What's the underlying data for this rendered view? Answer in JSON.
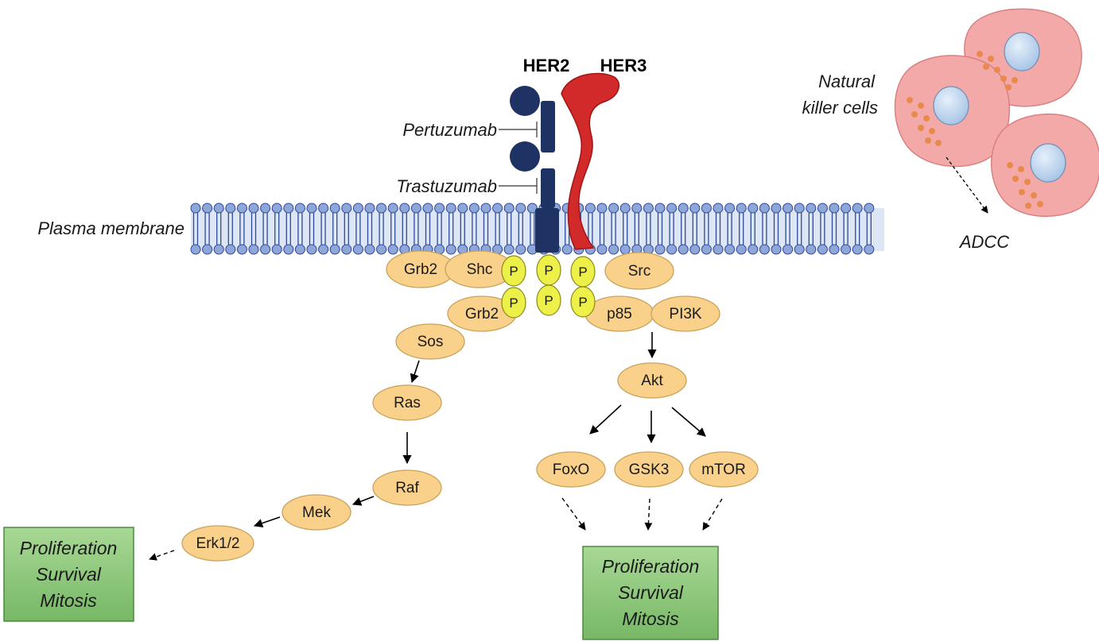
{
  "receptors": {
    "her2": "HER2",
    "her3": "HER3"
  },
  "drugs": {
    "pertuzumab": "Pertuzumab",
    "trastuzumab": "Trastuzumab"
  },
  "membrane_label": "Plasma membrane",
  "nk": {
    "line1": "Natural",
    "line2": "killer cells",
    "adcc": "ADCC"
  },
  "phospho": "P",
  "proteins": {
    "grb2_top": "Grb2",
    "shc": "Shc",
    "src": "Src",
    "grb2_mid": "Grb2",
    "p85": "p85",
    "pi3k": "PI3K",
    "sos": "Sos",
    "ras": "Ras",
    "raf": "Raf",
    "mek": "Mek",
    "erk": "Erk1/2",
    "akt": "Akt",
    "foxo": "FoxO",
    "gsk3": "GSK3",
    "mtor": "mTOR"
  },
  "outcome_left": {
    "line1": "Proliferation",
    "line2": "Survival",
    "line3": "Mitosis"
  },
  "outcome_right": {
    "line1": "Proliferation",
    "line2": "Survival",
    "line3": "Mitosis"
  },
  "colors": {
    "protein_fill": "#f9d18b",
    "protein_stroke": "#c9a25c",
    "phospho_fill": "#eef04a",
    "receptor_her2": "#1f3264",
    "receptor_her3": "#d22a2a",
    "membrane_head": "#8fa6d8",
    "membrane_tail": "#2f4a9a",
    "outcome_box": "#8fc97a",
    "nk_cell": "#f4a9a9",
    "nk_nucleus": "#c9ddf2",
    "granule": "#e98a4d"
  }
}
